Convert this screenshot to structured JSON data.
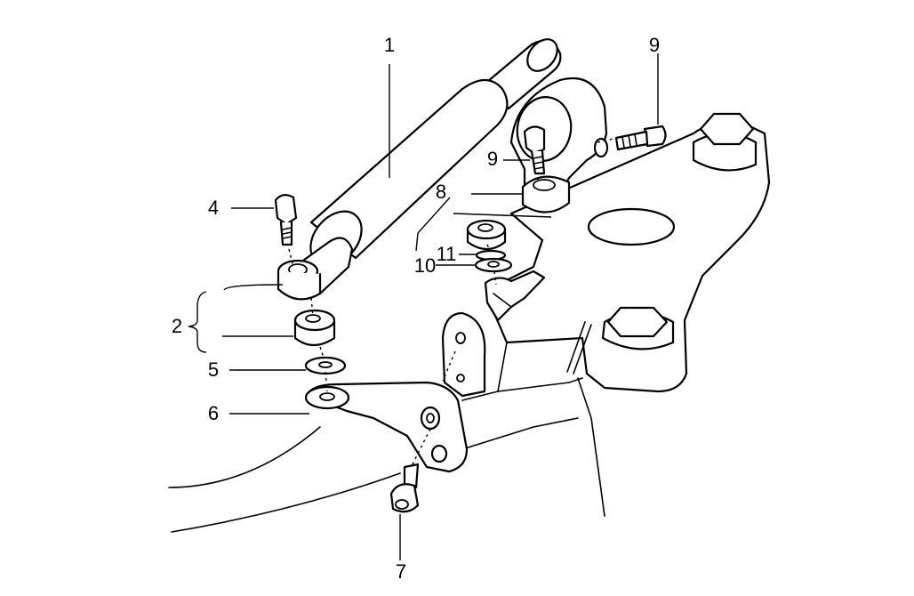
{
  "labels": {
    "l1": "1",
    "l2": "2",
    "l4": "4",
    "l5": "5",
    "l6": "6",
    "l7": "7",
    "l8": "8",
    "l9a": "9",
    "l9b": "9",
    "l10": "10",
    "l11": "11"
  },
  "colors": {
    "ink": "#000000",
    "paper": "#ffffff"
  }
}
